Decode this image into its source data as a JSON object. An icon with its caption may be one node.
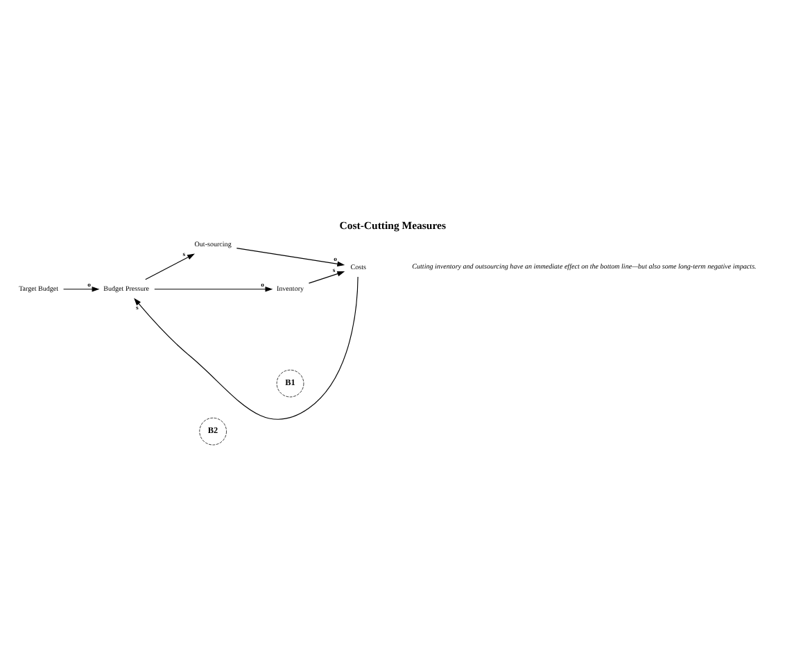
{
  "diagram": {
    "title": "Cost-Cutting Measures",
    "caption": "Cutting inventory and outsourcing have an immediate effect on the bottom line—but also some long-term negative impacts.",
    "nodes": [
      {
        "text": [
          "Target Budget"
        ]
      },
      {
        "text": [
          "Budget Pressure"
        ]
      },
      {
        "text": [
          "Out-sourcing"
        ]
      },
      {
        "text": [
          "Inventory"
        ]
      },
      {
        "text": [
          "Costs"
        ]
      }
    ],
    "edges": [
      {
        "from": 0,
        "to": 1,
        "arrow": "to",
        "label": "o"
      },
      {
        "from": 1,
        "to": 2,
        "arrow": "to",
        "label": "s"
      },
      {
        "from": 1,
        "to": 3,
        "arrow": "to",
        "label": "o"
      },
      {
        "from": 3,
        "to": 4,
        "arrow": "to",
        "label": "s"
      },
      {
        "from": 2,
        "to": 4,
        "arrow": "to",
        "label": "o"
      },
      {
        "from": 4,
        "to": 1,
        "arrow": "to",
        "label": "s"
      }
    ],
    "labels": [
      "B2",
      "B1"
    ]
  }
}
